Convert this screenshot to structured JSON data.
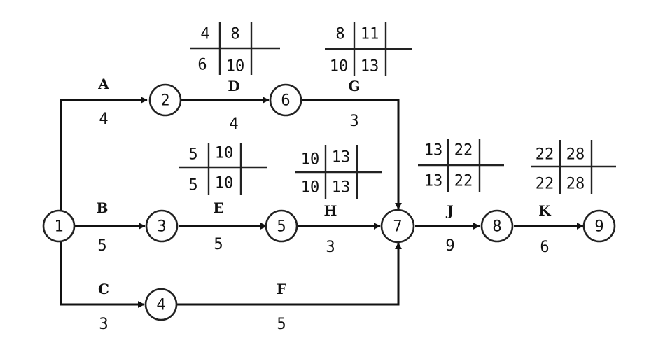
{
  "nodes": [
    "1",
    "2",
    "3",
    "4",
    "5",
    "6",
    "7",
    "8",
    "9"
  ],
  "activities": {
    "A": {
      "name": "A",
      "duration": "4"
    },
    "B": {
      "name": "B",
      "duration": "5"
    },
    "C": {
      "name": "C",
      "duration": "3"
    },
    "D": {
      "name": "D",
      "duration": "4"
    },
    "E": {
      "name": "E",
      "duration": "5"
    },
    "F": {
      "name": "F",
      "duration": "5"
    },
    "G": {
      "name": "G",
      "duration": "3"
    },
    "H": {
      "name": "H",
      "duration": "3"
    },
    "J": {
      "name": "J",
      "duration": "9"
    },
    "K": {
      "name": "K",
      "duration": "6"
    }
  },
  "time_tables": {
    "D": {
      "es": "4",
      "ef": "8",
      "ls": "6",
      "lf": "10"
    },
    "G": {
      "es": "8",
      "ef": "11",
      "ls": "10",
      "lf": "13"
    },
    "E": {
      "es": "5",
      "ef": "10",
      "ls": "5",
      "lf": "10"
    },
    "H": {
      "es": "10",
      "ef": "13",
      "ls": "10",
      "lf": "13"
    },
    "J": {
      "es": "13",
      "ef": "22",
      "ls": "13",
      "lf": "22"
    },
    "K": {
      "es": "22",
      "ef": "28",
      "ls": "22",
      "lf": "28"
    }
  }
}
